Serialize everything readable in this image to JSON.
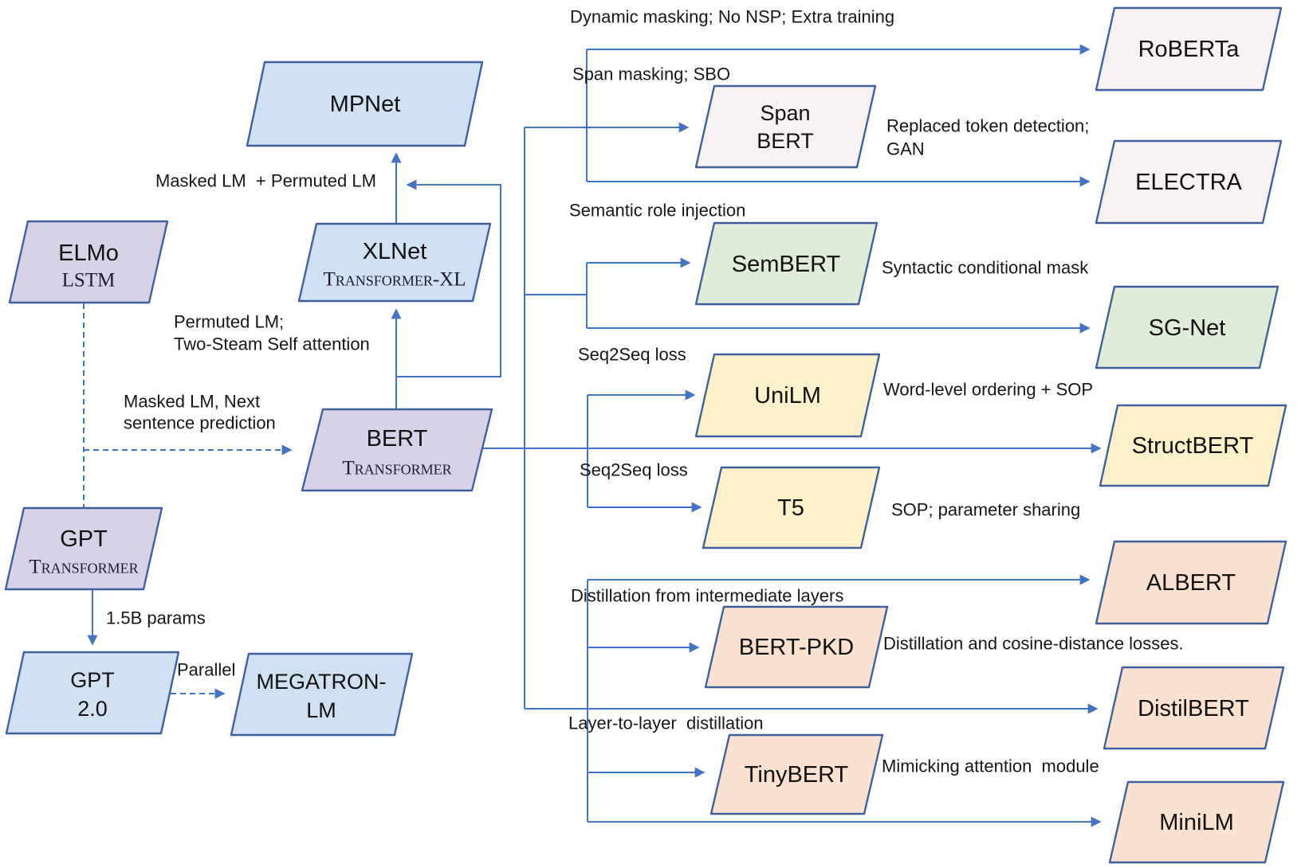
{
  "diagram": {
    "colors": {
      "purple_fill": "#d8d2e9",
      "blue_fill": "#cfe1f3",
      "pink_fill": "#f8f1f1",
      "green_fill": "#dfecd8",
      "yellow_fill": "#fdf1ca",
      "peach_fill": "#fae1d0",
      "node_border": "#3e619e",
      "connector_blue": "#4472c4",
      "text_color": "#161616"
    },
    "nodes": {
      "elmo": {
        "label": "ELMo",
        "subtitle": "LSTM"
      },
      "gpt": {
        "label": "GPT",
        "subtitle": "Transformer"
      },
      "gpt2": {
        "label_line1": "GPT",
        "label_line2": "2.0"
      },
      "megatron": {
        "label_line1": "MEGATRON-",
        "label_line2": "LM"
      },
      "bert": {
        "label": "BERT",
        "subtitle": "Transformer"
      },
      "xlnet": {
        "label": "XLNet",
        "subtitle": "Transformer-XL"
      },
      "mpnet": {
        "label": "MPNet"
      },
      "roberta": {
        "label": "RoBERTa"
      },
      "spanbert": {
        "label_line1": "Span",
        "label_line2": "BERT"
      },
      "electra": {
        "label": "ELECTRA"
      },
      "sembert": {
        "label": "SemBERT"
      },
      "sgnet": {
        "label": "SG-Net"
      },
      "unilm": {
        "label": "UniLM"
      },
      "structbert": {
        "label": "StructBERT"
      },
      "t5": {
        "label": "T5"
      },
      "albert": {
        "label": "ALBERT"
      },
      "bertpkd": {
        "label": "BERT-PKD"
      },
      "distilbert": {
        "label": "DistilBERT"
      },
      "tinybert": {
        "label": "TinyBERT"
      },
      "minilm": {
        "label": "MiniLM"
      }
    },
    "edge_labels": {
      "masked_lm_permuted_lm": "Masked LM  + Permuted LM",
      "permuted_lm_line1": "Permuted LM;",
      "permuted_lm_line2": "Two-Steam Self attention",
      "masked_next_line1": "Masked LM, Next",
      "masked_next_line2": "sentence prediction",
      "params_15b": "1.5B params",
      "parallel": "Parallel",
      "dynamic_masking": "Dynamic masking; No NSP; Extra training",
      "span_masking": "Span masking; SBO",
      "replaced_token_line1": "Replaced token detection;",
      "replaced_token_line2": "GAN",
      "semantic_role": "Semantic role injection",
      "syntactic_mask": "Syntactic conditional mask",
      "seq2seq_unilm": "Seq2Seq loss",
      "seq2seq_t5": "Seq2Seq loss",
      "word_level": "Word-level ordering + SOP",
      "sop_sharing": "SOP; parameter sharing",
      "distill_intermediate": "Distillation from intermediate layers",
      "distill_cosine": "Distillation and cosine-distance losses.",
      "layer_to_layer": "Layer-to-layer  distillation",
      "mimicking": "Mimicking attention  module"
    }
  }
}
